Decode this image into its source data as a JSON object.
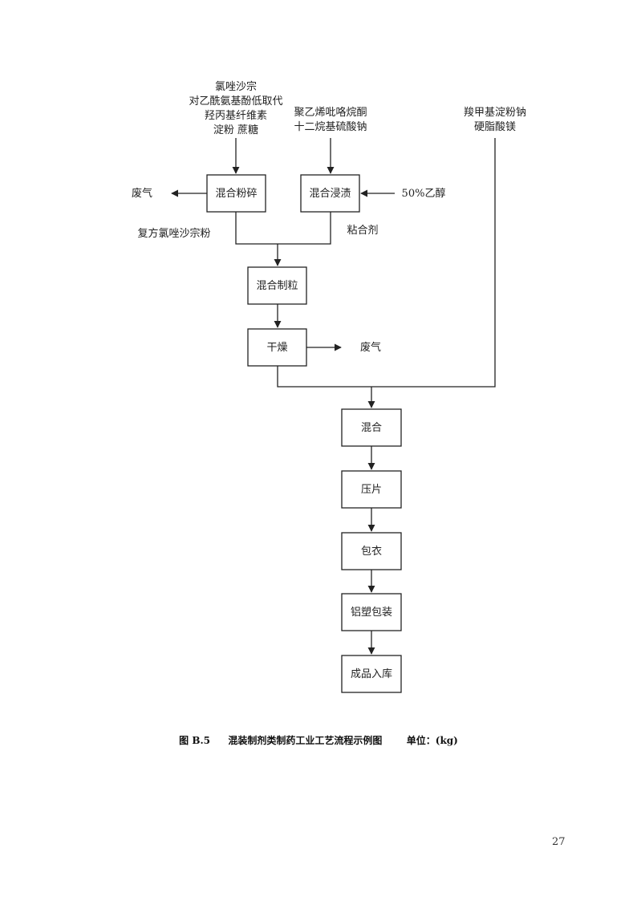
{
  "inputs": {
    "group1": [
      "氯唑沙宗",
      "对乙酰氨基酚低取代",
      "羟丙基纤维素",
      "淀粉  蔗糖"
    ],
    "group2": [
      "聚乙烯吡咯烷酮",
      "十二烷基硫酸钠"
    ],
    "group3": [
      "羧甲基淀粉钠",
      "硬脂酸镁"
    ],
    "ethanol": "50%乙醇"
  },
  "steps": {
    "crush": "混合粉碎",
    "soak": "混合浸渍",
    "granulate": "混合制粒",
    "dry": "干燥",
    "mix": "混合",
    "press": "压片",
    "coat": "包衣",
    "pack": "铝塑包装",
    "store": "成品入库"
  },
  "outputs": {
    "waste_gas_1": "废气",
    "waste_gas_2": "废气",
    "powder": "复方氯唑沙宗粉",
    "binder": "粘合剂"
  },
  "caption": {
    "figure": "图 B.5",
    "title": "混装制剂类制药工业工艺流程示例图",
    "unit": "单位：(kg)"
  },
  "page_number": "27"
}
